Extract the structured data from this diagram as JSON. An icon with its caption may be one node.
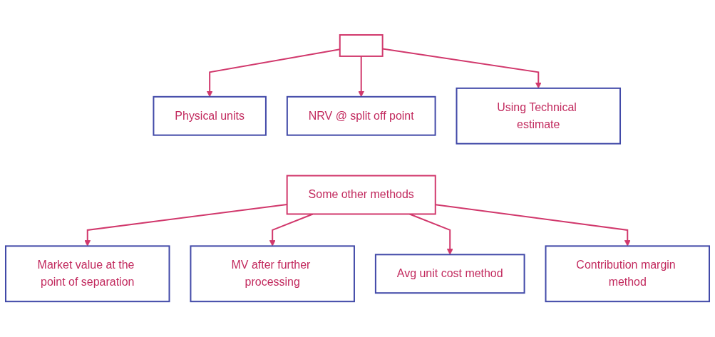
{
  "diagram": {
    "nodes": [
      {
        "text": [],
        "shape": "box"
      },
      {
        "text": [
          "Physical units"
        ]
      },
      {
        "text": [
          "NRV @ split off point"
        ]
      },
      {
        "text": [
          "Using Technical estimate"
        ]
      },
      {
        "text": [
          "Some other methods"
        ]
      },
      {
        "text": [
          "Market value at the point of separation"
        ]
      },
      {
        "text": [
          "MV after further processing"
        ]
      },
      {
        "text": [
          "Avg unit cost method"
        ]
      },
      {
        "text": [
          "Contribution margin method"
        ]
      }
    ],
    "edges": [
      {
        "from": 0,
        "to": 1,
        "arrow": "to"
      },
      {
        "from": 0,
        "to": 2,
        "arrow": "to"
      },
      {
        "from": 0,
        "to": 3,
        "arrow": "to"
      },
      {
        "from": 4,
        "to": 5,
        "arrow": "to"
      },
      {
        "from": 4,
        "to": 6,
        "arrow": "to"
      },
      {
        "from": 4,
        "to": 7,
        "arrow": "to"
      },
      {
        "from": 4,
        "to": 8,
        "arrow": "to"
      }
    ]
  }
}
